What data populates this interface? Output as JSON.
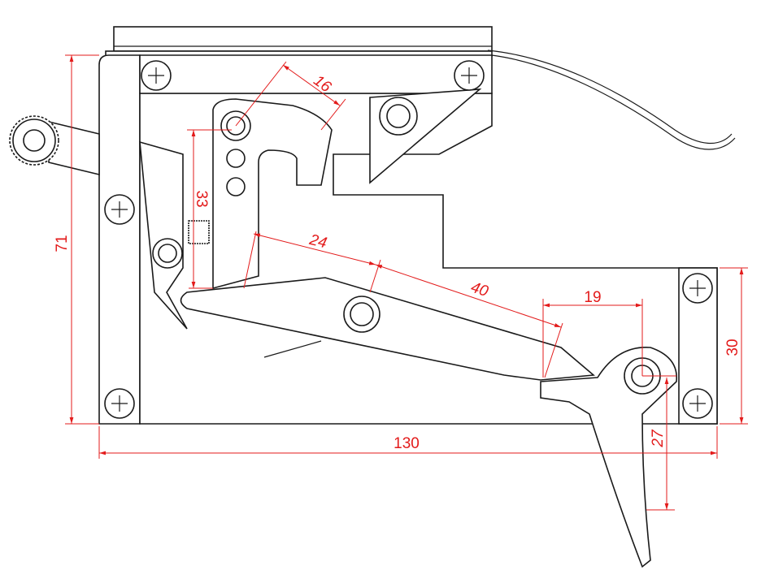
{
  "drawing": {
    "title": "Trigger mechanism assembly",
    "colors": {
      "line": "#1a1a1a",
      "dimension": "#e31b1b",
      "background": "#ffffff"
    },
    "dimensions": {
      "overall_height": "71",
      "overall_length": "130",
      "rear_height": "30",
      "sear_height": "33",
      "hook_width": "16",
      "lever_front": "24",
      "lever_rear": "40",
      "trigger_offset": "19",
      "trigger_drop": "27"
    }
  }
}
